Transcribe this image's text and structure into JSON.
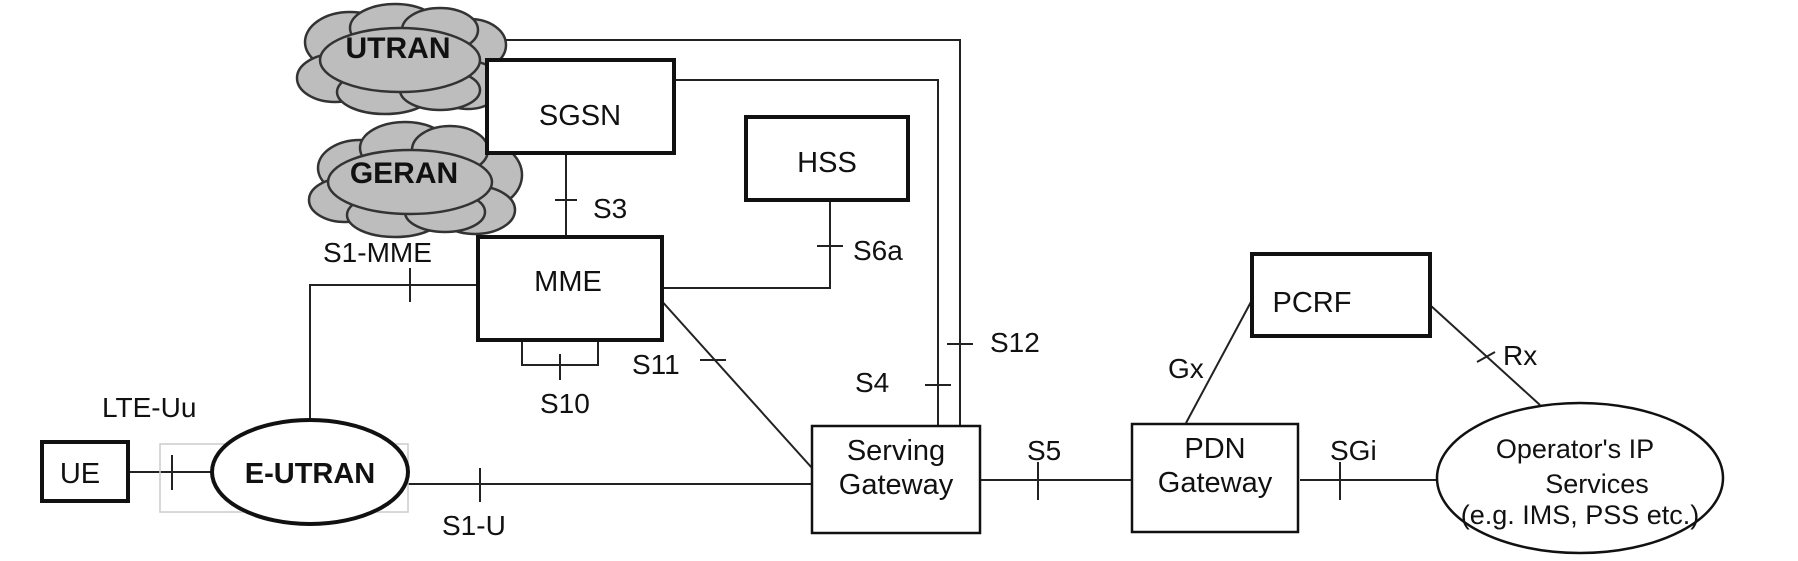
{
  "colors": {
    "line": "#222222",
    "cloud_fill": "#bdbdbd",
    "background": "#ffffff"
  },
  "nodes": {
    "utran": "UTRAN",
    "geran": "GERAN",
    "sgsn": "SGSN",
    "hss": "HSS",
    "mme": "MME",
    "pcrf": "PCRF",
    "ue": "UE",
    "eutran": "E-UTRAN",
    "serving_gw": [
      "Serving",
      "Gateway"
    ],
    "pdn_gw": [
      "PDN",
      "Gateway"
    ],
    "operator": [
      "Operator's IP",
      "Services",
      "(e.g. IMS, PSS etc.)"
    ]
  },
  "interfaces": {
    "s3": "S3",
    "s6a": "S6a",
    "s1_mme": "S1-MME",
    "s10": "S10",
    "s11": "S11",
    "s4": "S4",
    "s12": "S12",
    "lte_uu": "LTE-Uu",
    "s1_u": "S1-U",
    "s5": "S5",
    "sgi": "SGi",
    "gx": "Gx",
    "rx": "Rx"
  }
}
